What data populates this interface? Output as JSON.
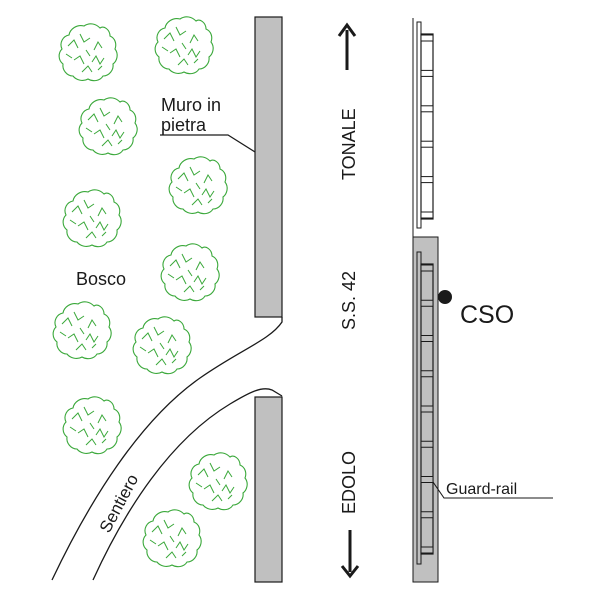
{
  "diagram": {
    "labels": {
      "wall": [
        "Muro in",
        "pietra"
      ],
      "forest": "Bosco",
      "path": "Sentiero",
      "road": "S.S. 42",
      "direction_up": "TONALE",
      "direction_down": "EDOLO",
      "sensor": "CSO",
      "barrier": "Guard-rail"
    },
    "colors": {
      "tree": "#3aa83a",
      "wall_fill": "#c0c0c0",
      "line": "#1a1a1a",
      "background": "#ffffff"
    },
    "tree_count": 11,
    "rail_posts_upper": 6,
    "rail_posts_lower": 9
  }
}
